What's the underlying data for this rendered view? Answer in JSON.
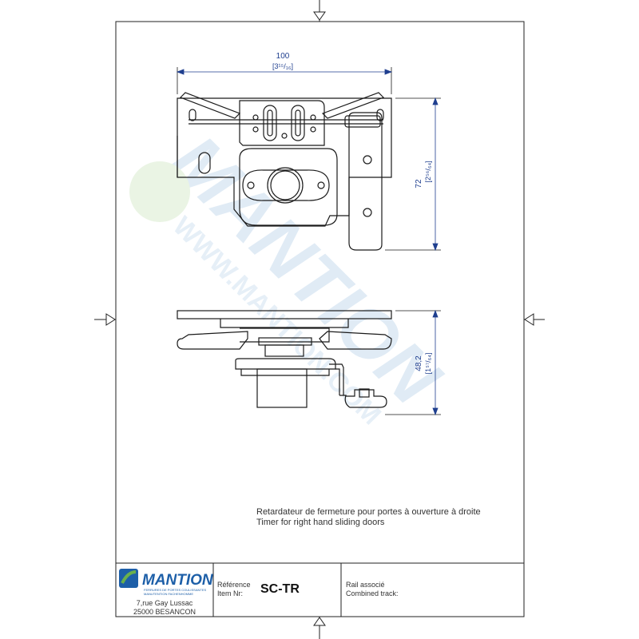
{
  "drawing": {
    "dim_width": "100",
    "dim_width_imperial": "[3¹⁵/₁₆]",
    "dim_height_top": "72",
    "dim_height_top_imperial": "[2⁵⁶/₆₄]",
    "dim_height_side": "48,2",
    "dim_height_side_imperial": "[1⁵⁷/₆₄]",
    "line_color": "#1a1a1a",
    "dim_color": "#1f3f8f"
  },
  "description": {
    "fr": "Retardateur de fermeture pour portes à ouverture à droite",
    "en": "Timer for right hand sliding doors"
  },
  "watermark": {
    "brand": "MANTION",
    "url": "WWW.MANTION.COM",
    "color": "#d8e6f2"
  },
  "title_block": {
    "logo_text": "MANTION",
    "logo_tagline_1": "FERRURES DE PORTES COULISSANTES",
    "logo_tagline_2": "MANUTENTION FACHENHOMME",
    "logo_color": "#1d5fa8",
    "logo_accent": "#6ab04c",
    "address_line_1": "7,rue Gay Lussac",
    "address_line_2": "25000 BESANCON",
    "ref_label_fr": "Référence",
    "ref_label_en": "Item Nr:",
    "ref_value": "SC-TR",
    "rail_label_fr": "Rail associé",
    "rail_label_en": "Combined track:"
  }
}
